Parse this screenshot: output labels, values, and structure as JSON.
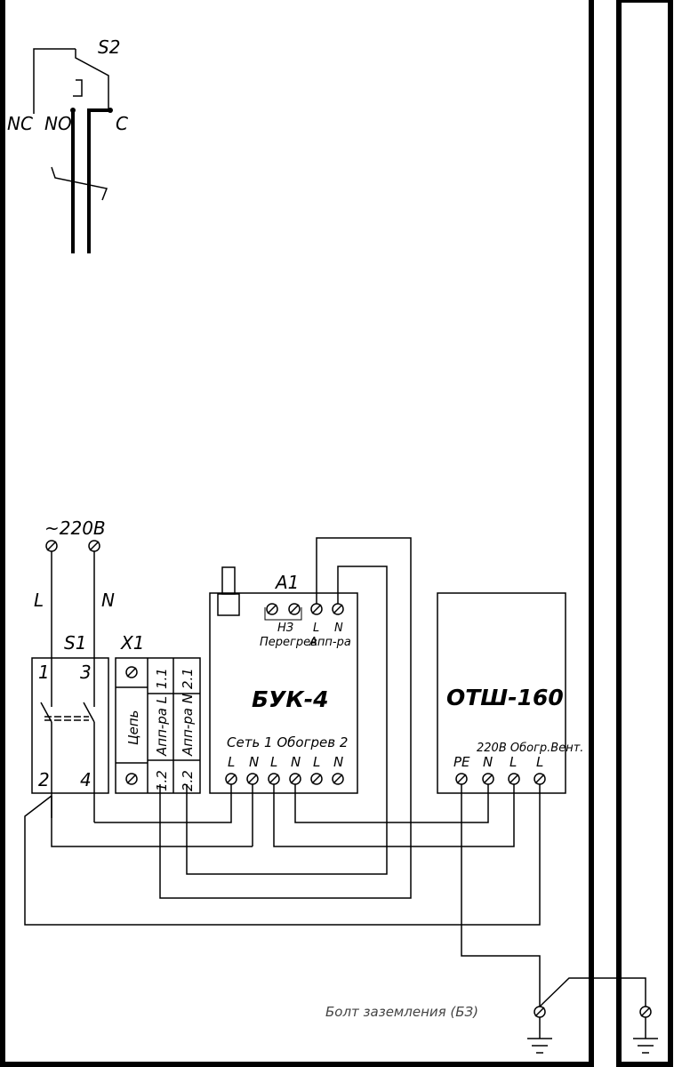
{
  "s2": {
    "name": "S2",
    "nc": "NC",
    "no": "NO",
    "c": "C"
  },
  "supply": {
    "voltage": "~220В",
    "l": "L",
    "n": "N"
  },
  "s1": {
    "name": "S1",
    "t1": "1",
    "t3": "3",
    "t2": "2",
    "t4": "4"
  },
  "x1": {
    "name": "X1",
    "circuit": "Цепь",
    "appL": "Апп-ра L",
    "appN": "Апп-ра N",
    "c11": "1.1",
    "c21": "2.1",
    "c12": "1.2",
    "c22": "2.2"
  },
  "buk": {
    "name": "БУК-4",
    "a1": "A1",
    "nz": "НЗ",
    "overheat": "Перегрев",
    "apparatus": "Апп-ра",
    "top_l": "L",
    "top_n": "N",
    "groups": "Сеть  1  Обогрев  2",
    "terminals": [
      "L",
      "N",
      "L",
      "N",
      "L",
      "N"
    ]
  },
  "otsh": {
    "name": "ОТШ-160",
    "labels": "220В Обогр.Вент.",
    "terminals": [
      "PE",
      "N",
      "L",
      "L"
    ]
  },
  "ground": {
    "label": "Болт заземления (БЗ)"
  }
}
